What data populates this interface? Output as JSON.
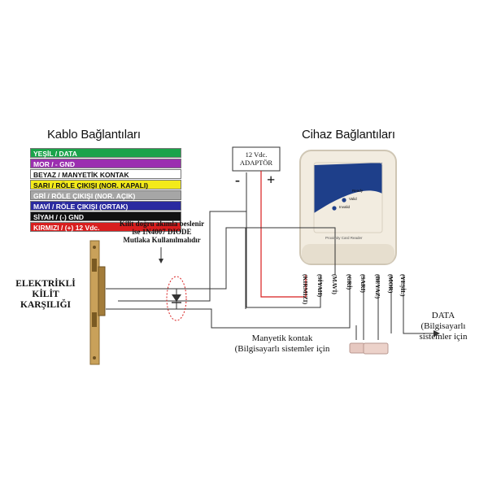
{
  "titles": {
    "cable": "Kablo Bağlantıları",
    "device": "Cihaz Bağlantıları"
  },
  "legend": [
    {
      "label": "YEŞİL / DATA",
      "bg": "#1aa34a",
      "fg": "#ffffff"
    },
    {
      "label": "MOR / - GND",
      "bg": "#9b2fb0",
      "fg": "#ffffff"
    },
    {
      "label": "BEYAZ / MANYETİK KONTAK",
      "bg": "#ffffff",
      "fg": "#111111"
    },
    {
      "label": "SARI / RÖLE ÇIKIŞI (NOR. KAPALI)",
      "bg": "#f3ea1a",
      "fg": "#111111"
    },
    {
      "label": "GRİ / RÖLE ÇIKIŞI (NOR. AÇIK)",
      "bg": "#a6a6a6",
      "fg": "#ffffff"
    },
    {
      "label": "MAVİ / RÖLE ÇIKIŞI (ORTAK)",
      "bg": "#2a2aa0",
      "fg": "#ffffff"
    },
    {
      "label": "SİYAH / (-) GND",
      "bg": "#111111",
      "fg": "#ffffff"
    },
    {
      "label": "KIRMIZI / (+) 12 Vdc.",
      "bg": "#d81e1e",
      "fg": "#ffffff"
    }
  ],
  "adapter": {
    "line1": "12 Vdc.",
    "line2": "ADAPTÖR",
    "minus": "-",
    "plus": "+"
  },
  "device_panel": {
    "leds": [
      "Ready",
      "Valid",
      "Invalid"
    ],
    "caption": "Proximity Card Reader"
  },
  "wires": [
    "(KIRMIZI)",
    "(SİYAH)",
    "(MAVİ)",
    "(GRİ)",
    "(SARI)",
    "(BEYAZ)",
    "(MOR)",
    "(YEŞİL)"
  ],
  "diode_note": [
    "Kilit doğru akımla beslenir",
    "ise 1N4007 DIODE",
    "Mutlaka Kullanılmalıdır"
  ],
  "lock_label": [
    "ELEKTRİKLİ",
    "KİLİT",
    "KARŞILIĞI"
  ],
  "contact_label": [
    "Manyetik kontak",
    "(Bilgisayarlı sistemler için"
  ],
  "data_label": [
    "DATA",
    "(Bilgisayarlı",
    "sistemler için"
  ],
  "colors": {
    "red_wire": "#d81e1e",
    "wire": "#333333",
    "device_blue": "#1e3f8a",
    "device_body": "#f2ece0",
    "lock_gold": "#c9a15a"
  }
}
